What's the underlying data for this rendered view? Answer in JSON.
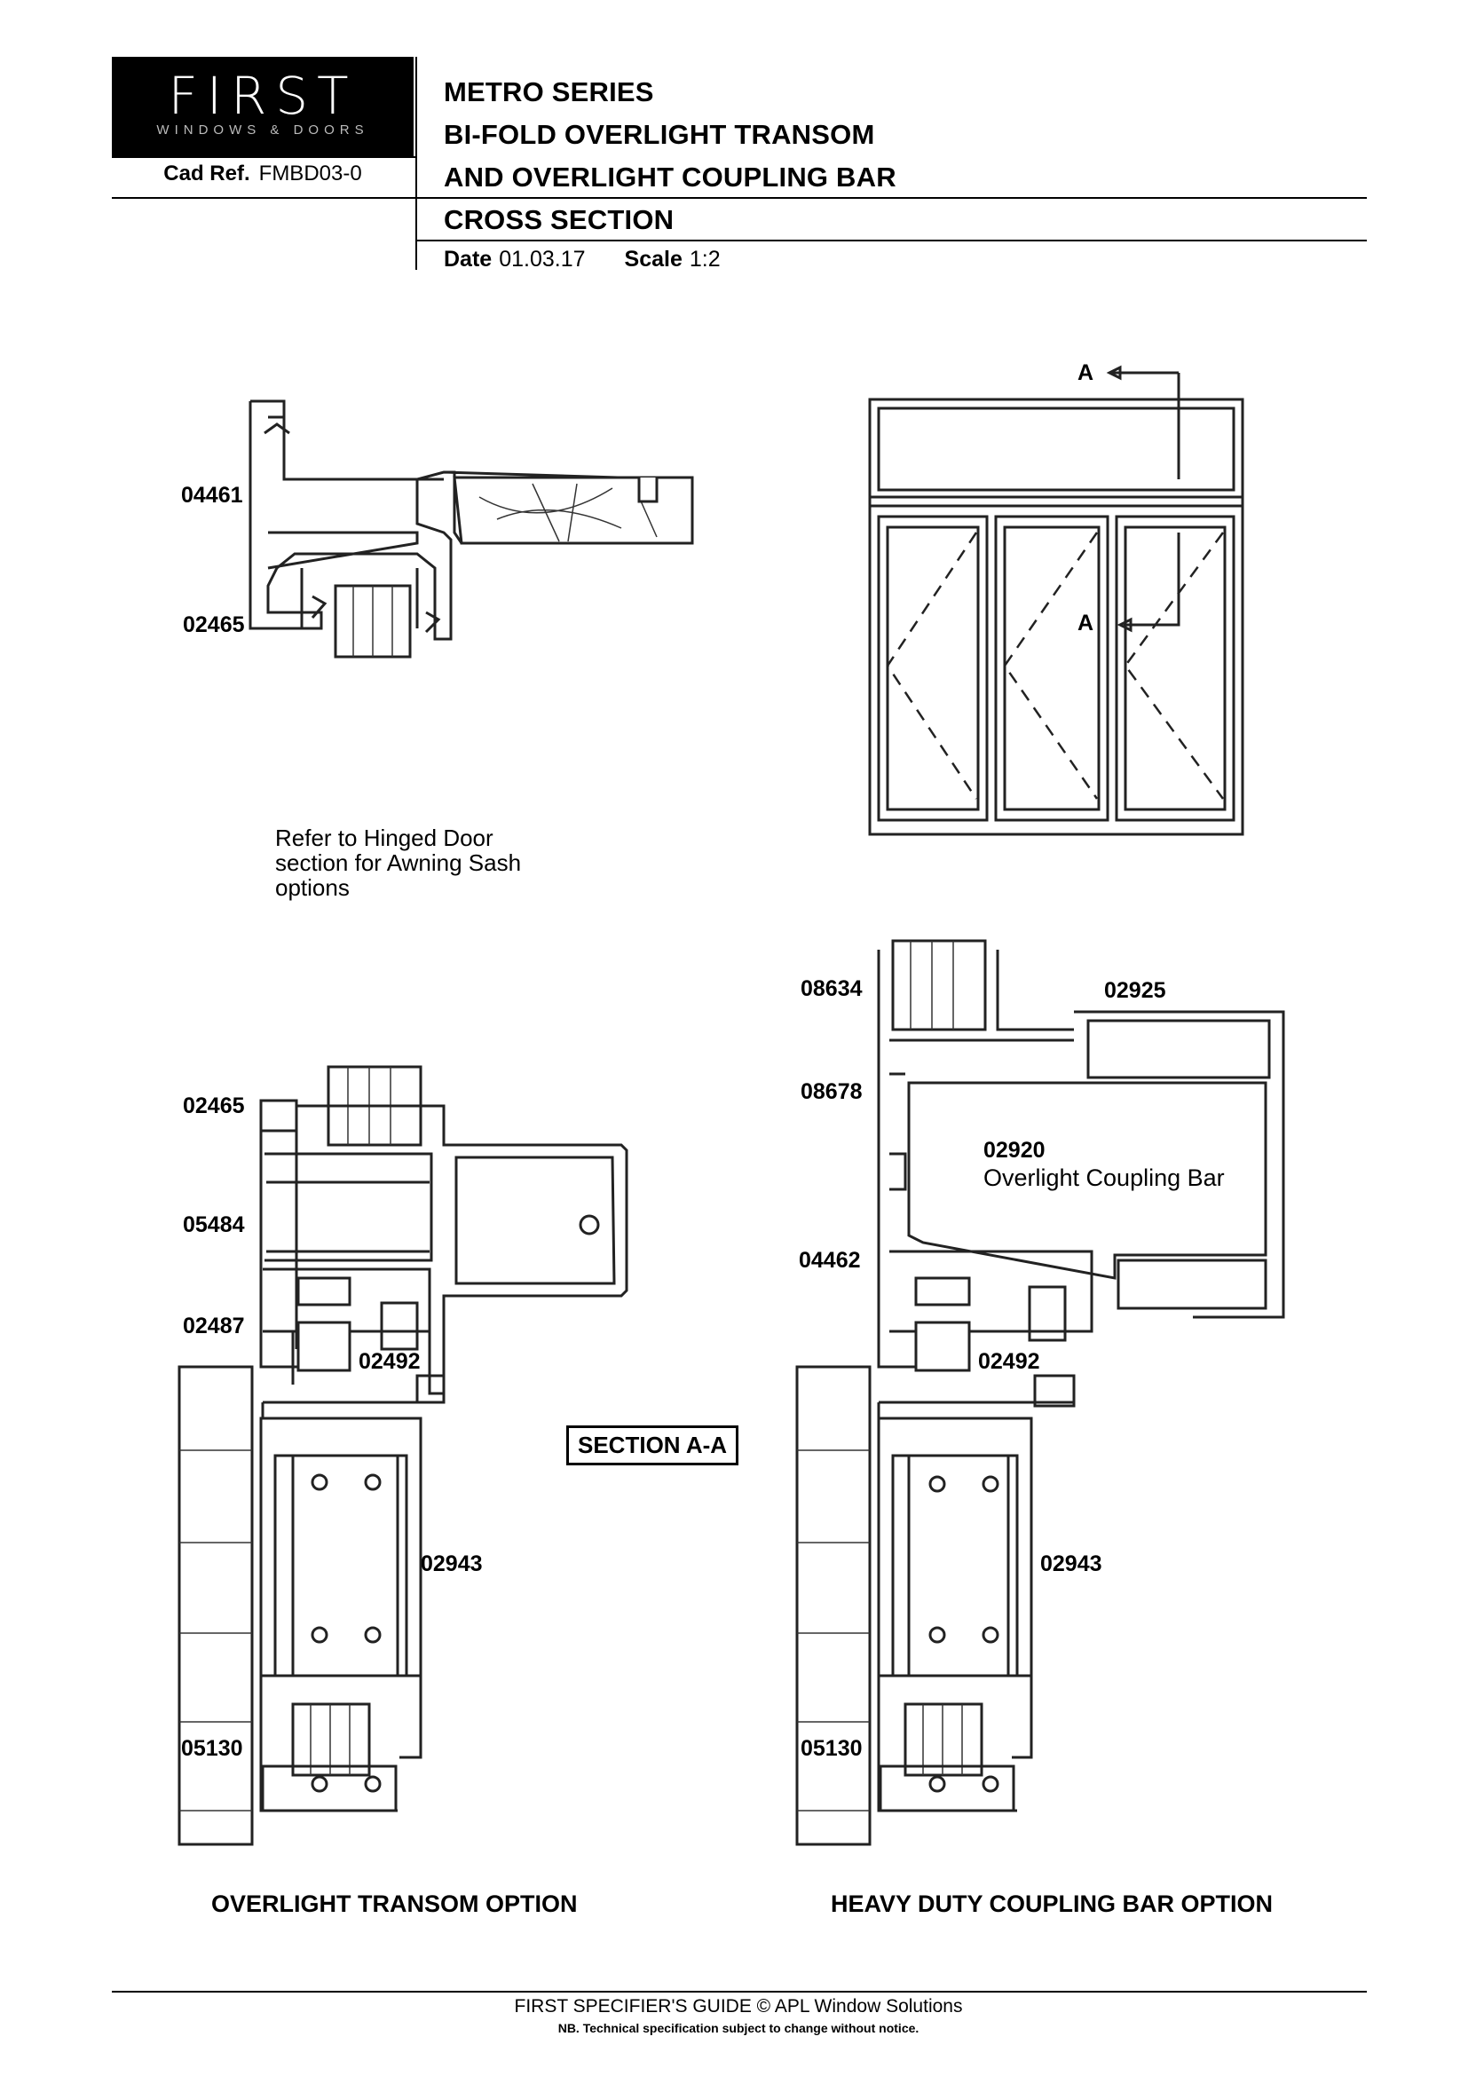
{
  "header": {
    "logo": {
      "wordmark": "FIRST",
      "tagline": "WINDOWS & DOORS"
    },
    "cad_ref_label": "Cad Ref.",
    "cad_ref_value": "FMBD03-0",
    "title_lines": [
      "METRO SERIES",
      "BI-FOLD OVERLIGHT TRANSOM",
      "AND OVERLIGHT COUPLING BAR",
      "CROSS SECTION"
    ],
    "date_label": "Date",
    "date_value": "01.03.17",
    "scale_label": "Scale",
    "scale_value": "1:2"
  },
  "top_section": {
    "part_labels": [
      "04461",
      "02465"
    ],
    "note": "Refer to Hinged Door\nsection for Awning Sash\noptions"
  },
  "elevation": {
    "section_marker": "A"
  },
  "transom_option": {
    "part_labels": [
      "02465",
      "05484",
      "02487",
      "02492",
      "02943",
      "05130"
    ],
    "caption": "OVERLIGHT TRANSOM OPTION"
  },
  "section_label": "SECTION A-A",
  "coupling_option": {
    "part_labels": [
      "08634",
      "02925",
      "08678",
      "02920",
      "04462",
      "02492",
      "02943",
      "05130"
    ],
    "coupling_bar_name": "Overlight Coupling Bar",
    "caption": "HEAVY DUTY COUPLING BAR OPTION"
  },
  "footer": {
    "line1": "FIRST SPECIFIER'S GUIDE  © APL Window Solutions",
    "line2": "NB. Technical specification subject to change without notice."
  }
}
